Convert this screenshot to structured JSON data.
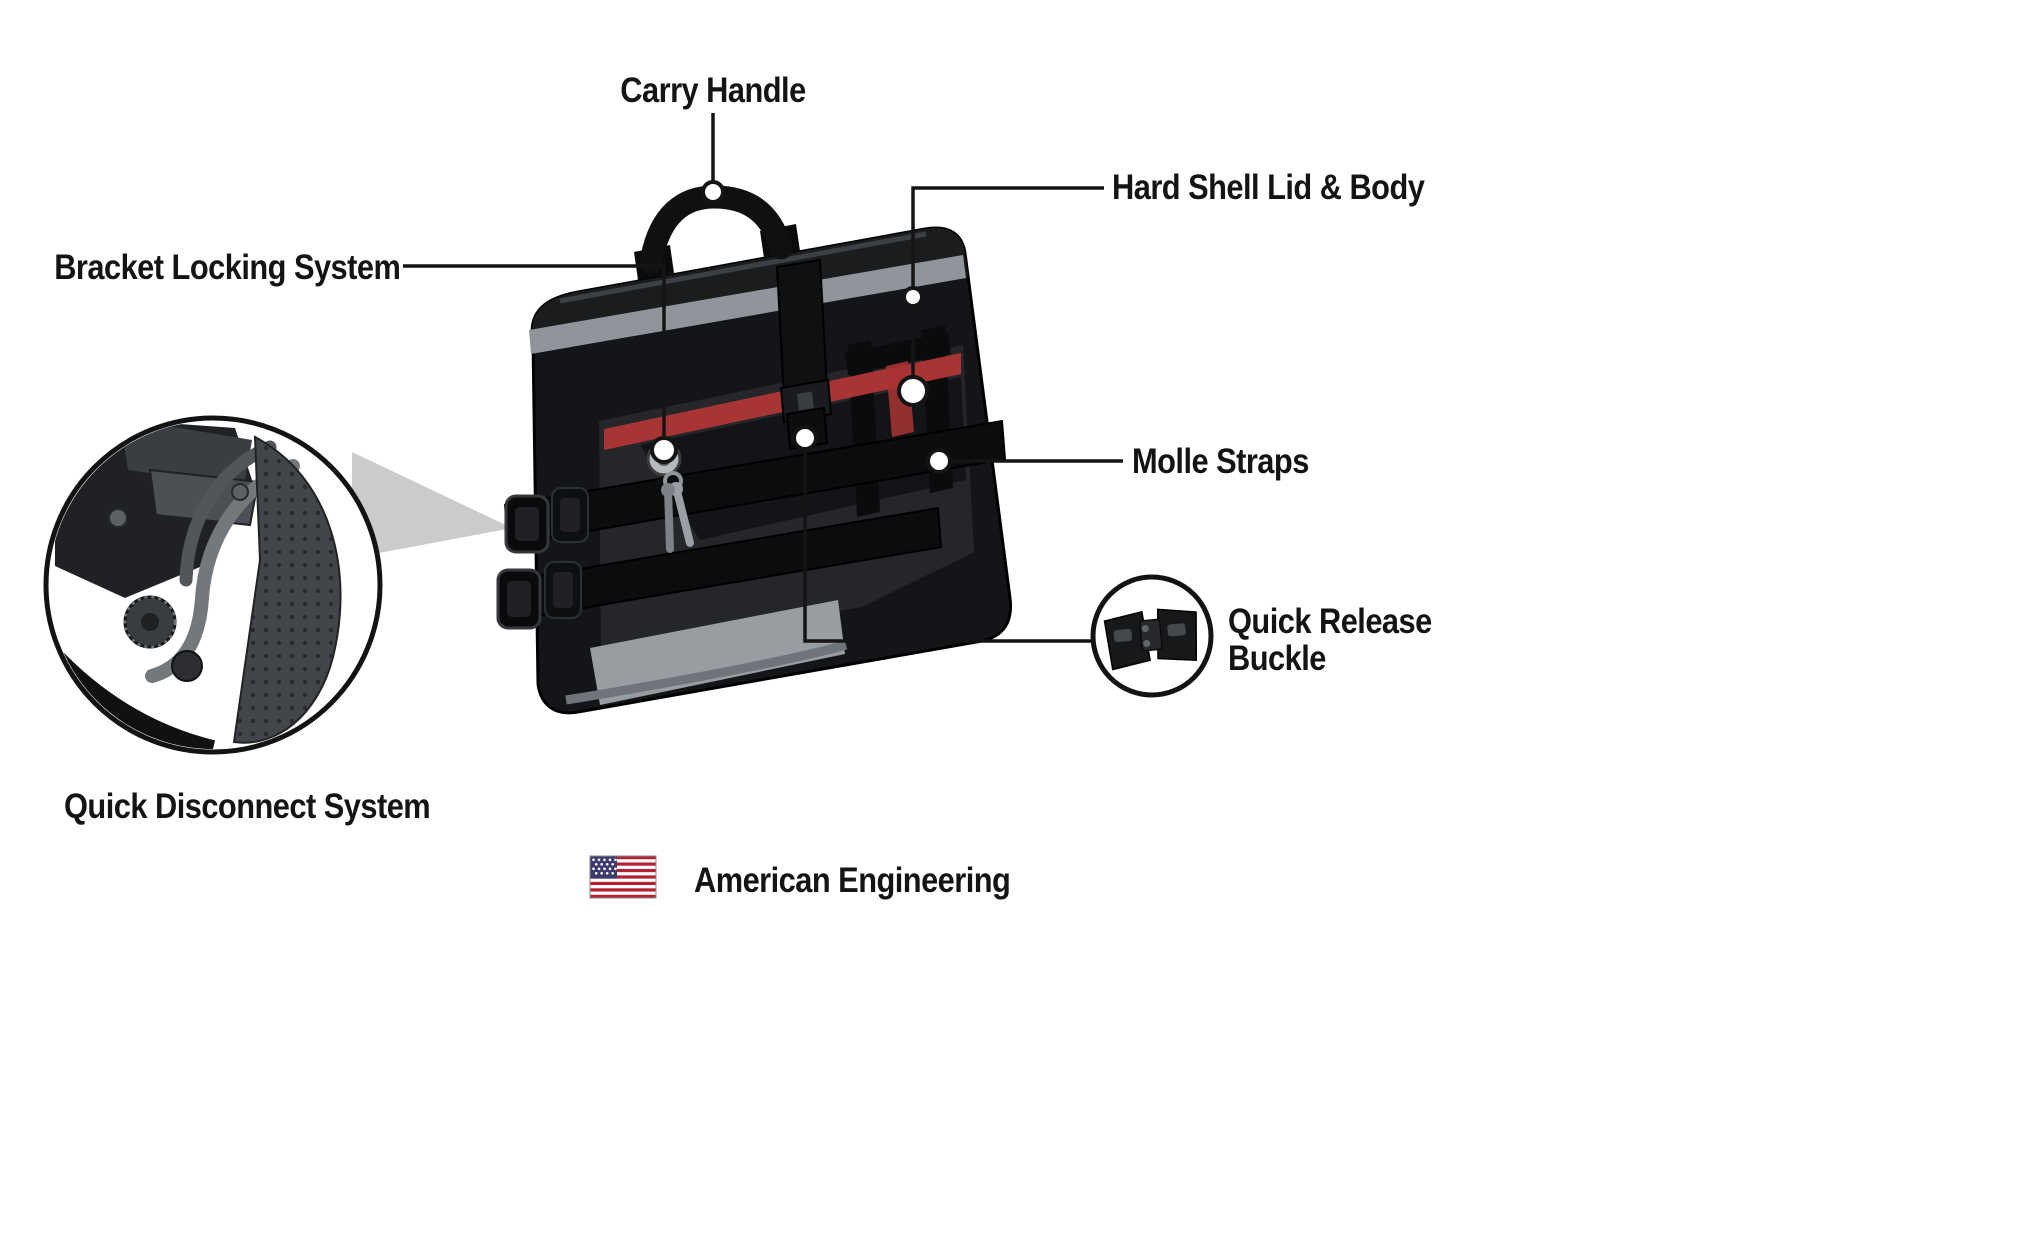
{
  "labels": {
    "carry_handle": "Carry Handle",
    "hard_shell_lid_body": "Hard Shell Lid & Body",
    "bracket_locking_system": "Bracket Locking System",
    "molle_straps": "Molle Straps",
    "quick_release_line1": "Quick Release",
    "quick_release_line2": "Buckle",
    "quick_disconnect_system": "Quick Disconnect System",
    "american_engineering": "American Engineering"
  },
  "icons": {
    "flag": "us-flag-icon",
    "callout_marker": "callout-circle-marker",
    "left_inset": "quick-disconnect-magnifier-inset",
    "right_inset": "quick-release-buckle-inset"
  },
  "colors": {
    "background": "#ffffff",
    "label_text": "#141414",
    "callout_line": "#141414",
    "bag_black": "#141518",
    "silver_trim": "#8f959b",
    "accent_red": "#a93434",
    "flag_red": "#b22234",
    "flag_blue": "#3c3b6e"
  }
}
